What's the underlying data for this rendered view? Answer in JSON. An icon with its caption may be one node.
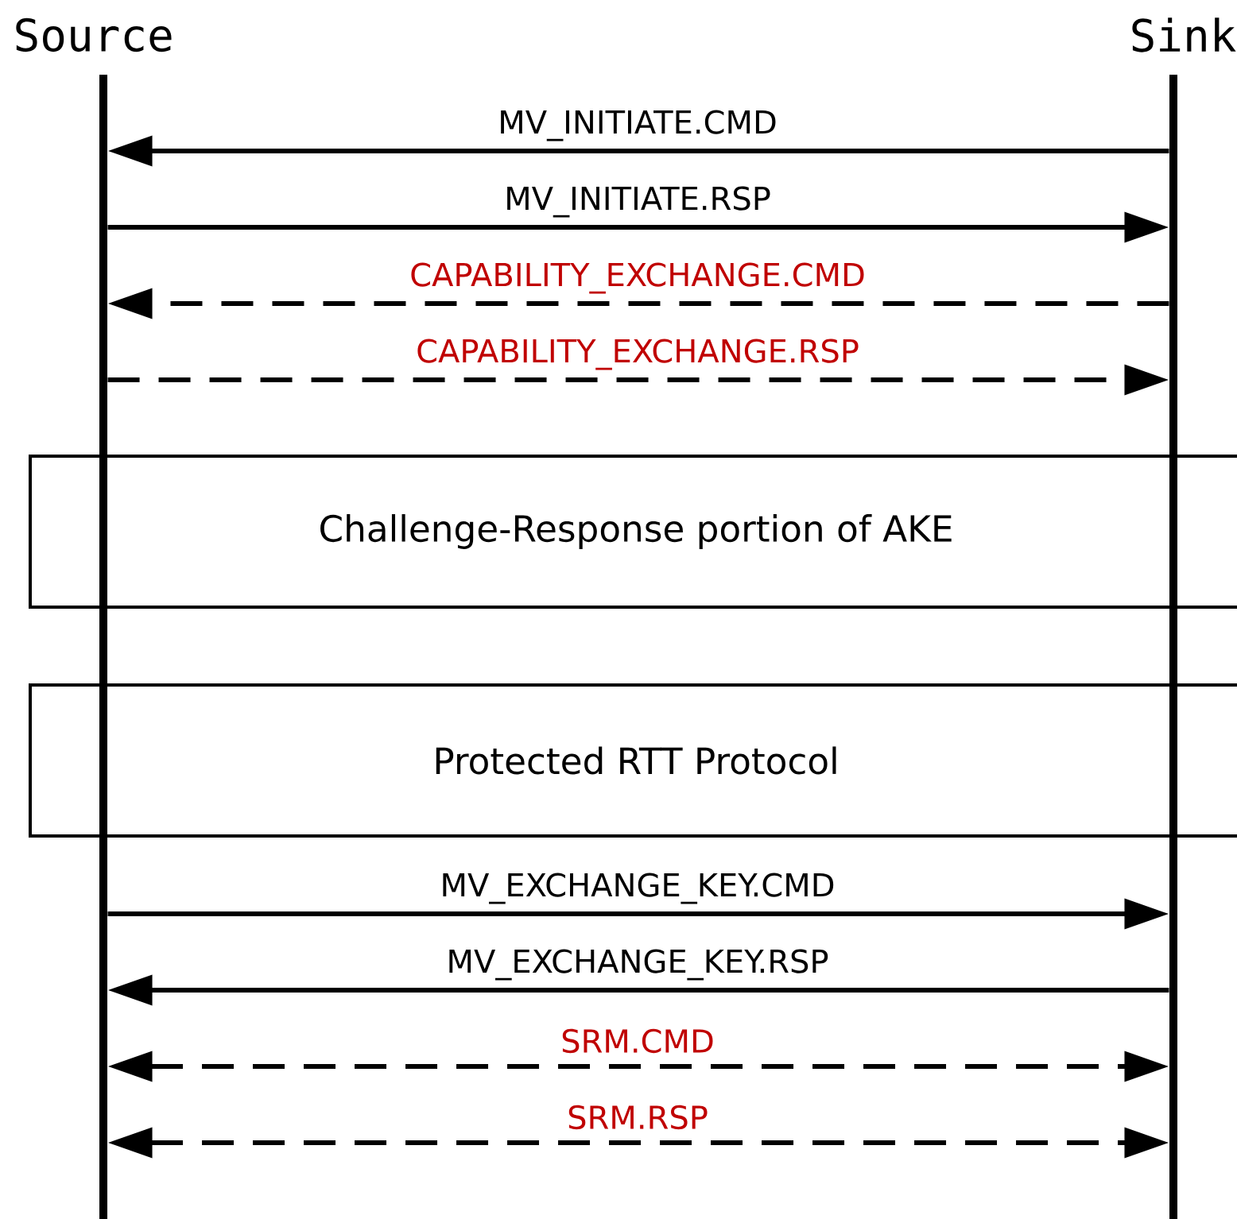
{
  "diagram": {
    "nodes": [
      {
        "text": [
          "Source"
        ]
      },
      {
        "text": [
          "Sink"
        ]
      },
      {
        "text": [
          "Challenge-Response portion of AKE"
        ]
      },
      {
        "text": [
          "Protected RTT Protocol"
        ]
      }
    ],
    "edges": [
      {
        "from": 1,
        "to": 0,
        "arrow": "to",
        "label": "MV_INITIATE.CMD"
      },
      {
        "from": 0,
        "to": 1,
        "arrow": "to",
        "label": "MV_INITIATE.RSP"
      },
      {
        "from": 1,
        "to": 0,
        "arrow": "to",
        "label": "CAPABILITY_EXCHANGE.CMD",
        "style": "dashed"
      },
      {
        "from": 0,
        "to": 1,
        "arrow": "to",
        "label": "CAPABILITY_EXCHANGE.RSP",
        "style": "dashed"
      },
      {
        "from": 0,
        "to": 1,
        "arrow": "to",
        "label": "MV_EXCHANGE_KEY.CMD"
      },
      {
        "from": 1,
        "to": 0,
        "arrow": "to",
        "label": "MV_EXCHANGE_KEY.RSP"
      },
      {
        "from": 0,
        "to": 1,
        "arrow": "both",
        "label": "SRM.CMD",
        "style": "dashed"
      },
      {
        "from": 0,
        "to": 1,
        "arrow": "both",
        "label": "SRM.RSP",
        "style": "dashed"
      }
    ]
  }
}
